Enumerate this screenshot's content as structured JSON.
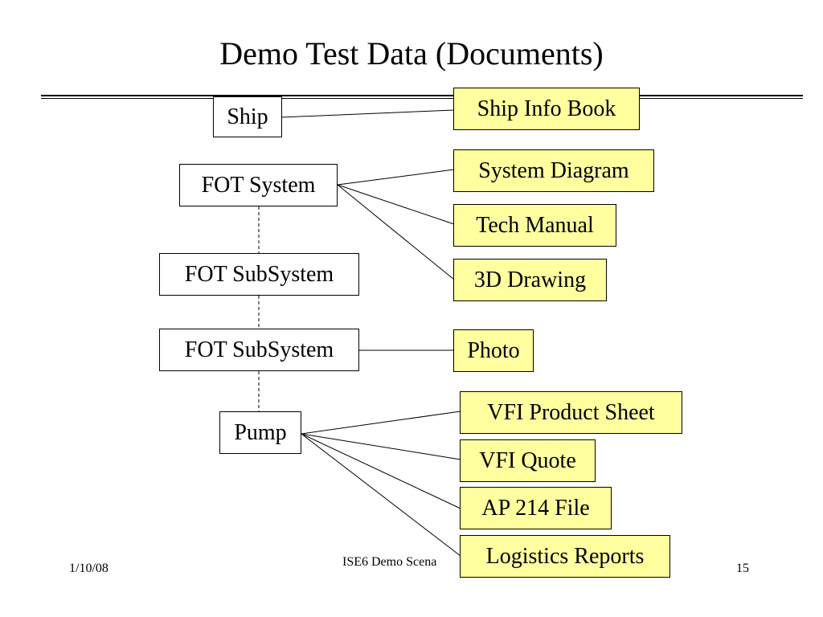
{
  "title": "Demo Test Data (Documents)",
  "hierarchy": {
    "ship": "Ship",
    "fot_system": "FOT System",
    "fot_subsystem_1": "FOT SubSystem",
    "fot_subsystem_2": "FOT SubSystem",
    "pump": "Pump"
  },
  "documents": {
    "ship_info_book": "Ship Info Book",
    "system_diagram": "System Diagram",
    "tech_manual": "Tech Manual",
    "drawing_3d": "3D Drawing",
    "photo": "Photo",
    "vfi_product_sheet": "VFI Product Sheet",
    "vfi_quote": "VFI Quote",
    "ap214_file": "AP 214 File",
    "logistics_reports": "Logistics Reports"
  },
  "footer": {
    "date": "1/10/08",
    "center": "ISE6 Demo Scena",
    "page": "15"
  },
  "colors": {
    "document_fill": "#ffffa0",
    "node_fill": "#ffffff",
    "line": "#000000"
  }
}
